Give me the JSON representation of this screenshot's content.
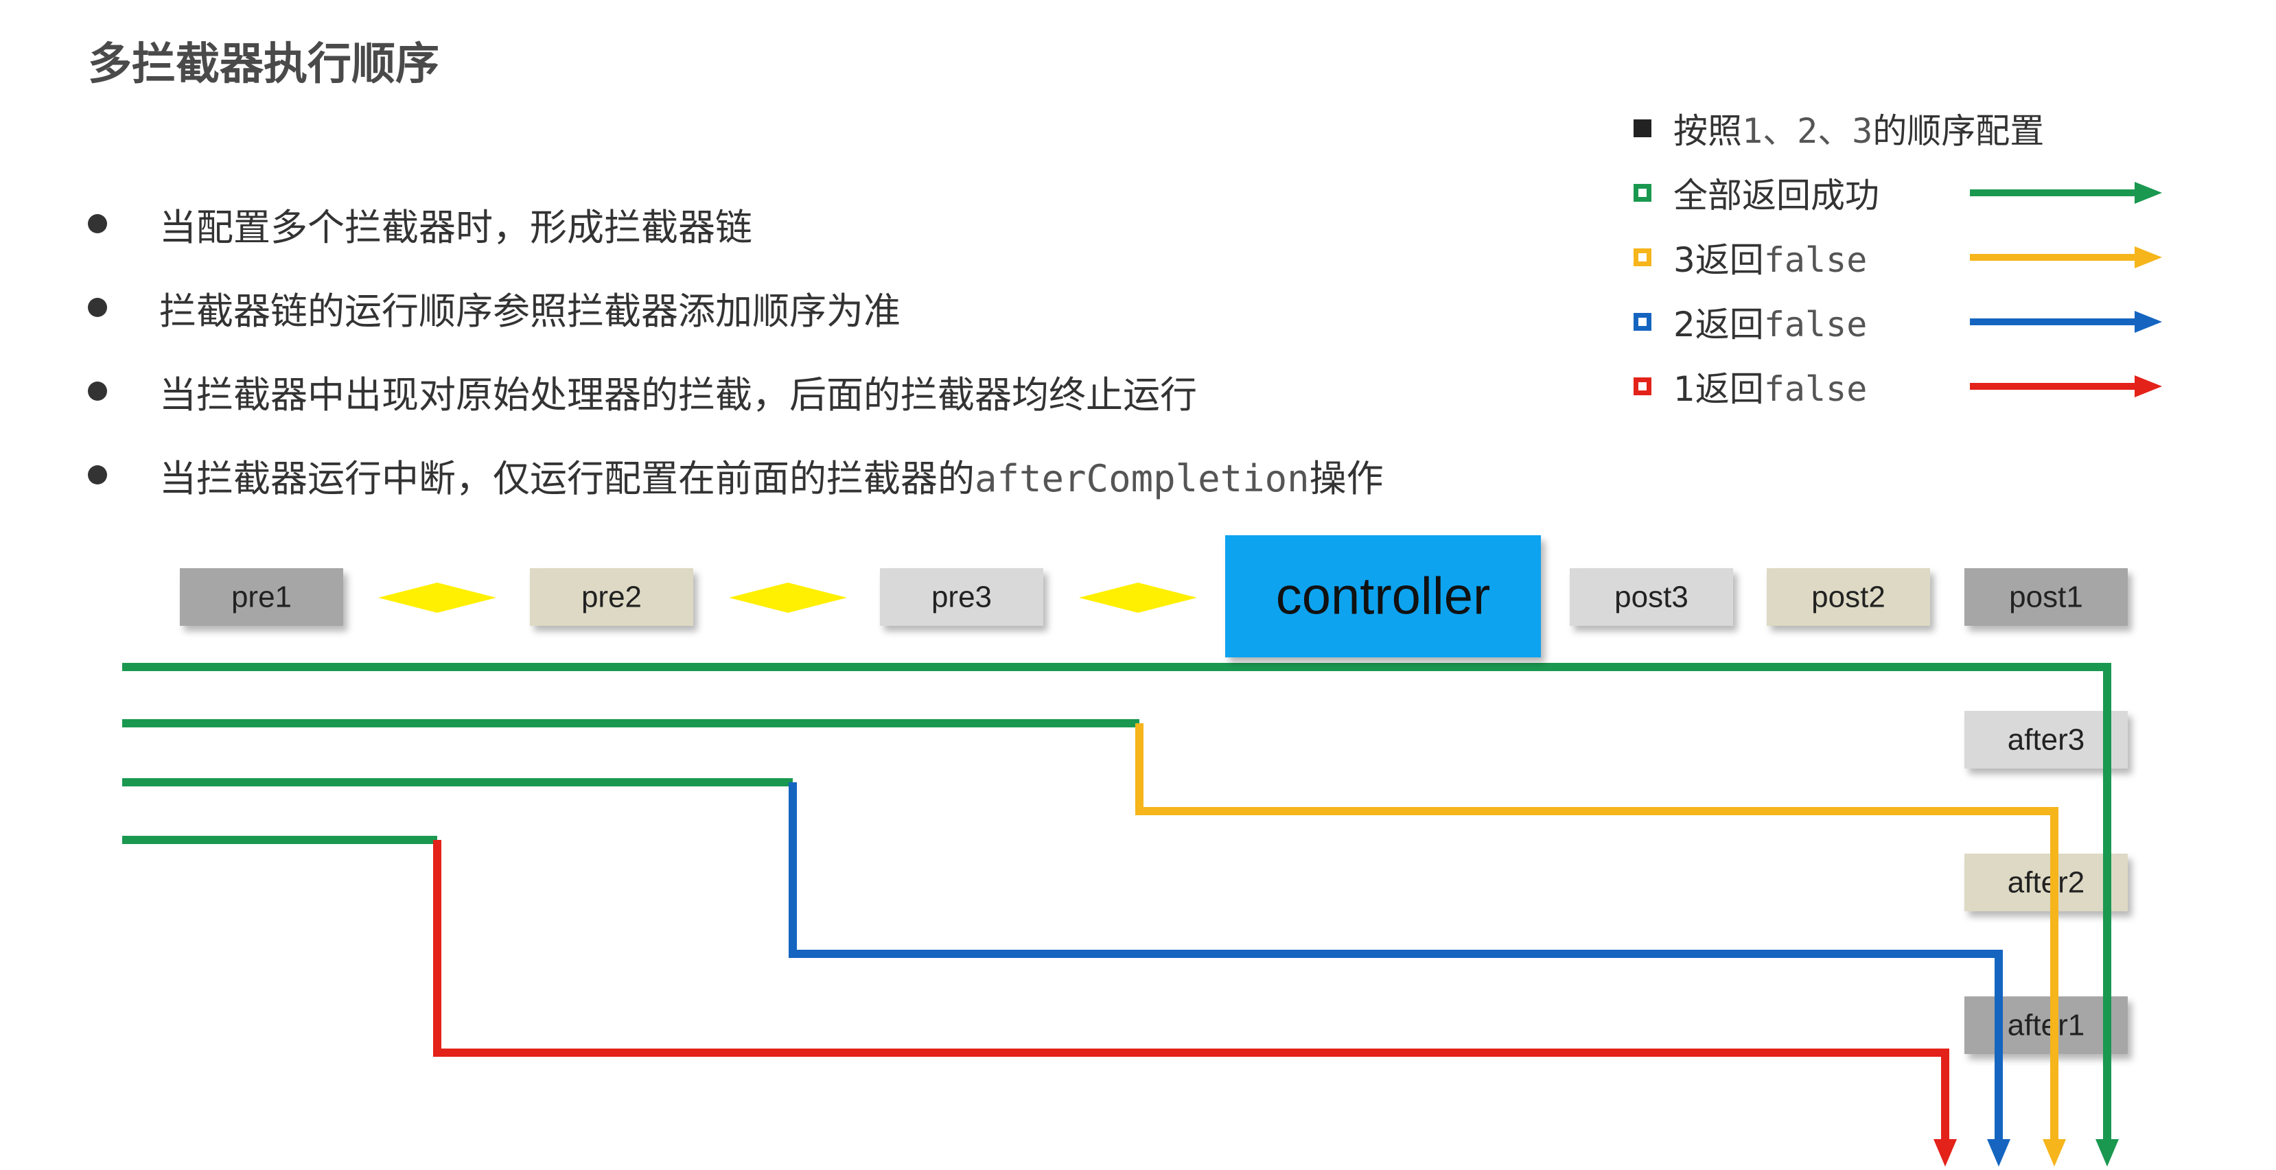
{
  "title": "多拦截器执行顺序",
  "bullets": [
    {
      "text": "当配置多个拦截器时，形成拦截器链"
    },
    {
      "text": "拦截器链的运行顺序参照拦截器添加顺序为准"
    },
    {
      "text": "当拦截器中出现对原始处理器的拦截，后面的拦截器均终止运行"
    },
    {
      "prefix": "当拦截器运行中断，仅运行配置在前面的拦截器的",
      "code": "afterCompletion",
      "suffix": "操作"
    }
  ],
  "legend": {
    "order_prefix": "按照",
    "order_code": "1、2、3",
    "order_suffix": "的顺序配置",
    "items": [
      {
        "label": "全部返回成功",
        "code": "",
        "color": "#1a9850"
      },
      {
        "label": "3返回",
        "code": "false",
        "color": "#f5b51b"
      },
      {
        "label": "2返回",
        "code": "false",
        "color": "#1565c0"
      },
      {
        "label": "1返回",
        "code": "false",
        "color": "#e32219"
      }
    ]
  },
  "diagram": {
    "pre": [
      "pre1",
      "pre2",
      "pre3"
    ],
    "controller": "controller",
    "post": [
      "post3",
      "post2",
      "post1"
    ],
    "after": [
      "after3",
      "after2",
      "after1"
    ],
    "colors": {
      "controller": "#0aa3ef",
      "box_dark": "#a6a6a6",
      "box_tan": "#ddd9c4",
      "box_light": "#d9d9d9",
      "diamond": "#ffef00",
      "green": "#1a9850",
      "yellow": "#f5b51b",
      "blue": "#1565c0",
      "red": "#e32219"
    }
  }
}
